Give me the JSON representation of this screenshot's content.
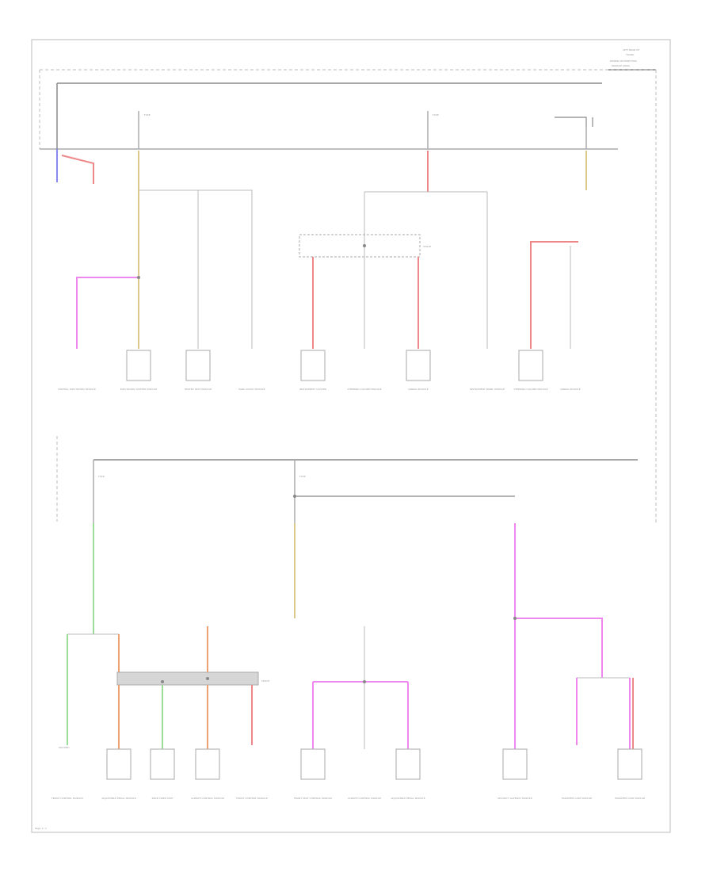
{
  "diagram": {
    "header_lines": [
      "LEFT REAR OF",
      "TRUNK",
      "POWER DISTRIBUTION",
      "MODULE (PDM)"
    ],
    "page_label": "Page 1 / 1",
    "wire_colors": {
      "red": "#ee8888",
      "pink": "#ee88ee",
      "blue": "#8888ee",
      "tan": "#dcc88a",
      "green": "#99dd99",
      "orange": "#eea070",
      "gray": "#bbbbbb"
    },
    "connectors_top": [
      "CENTRAL ELECTRONIC MODULE",
      "ELECTRONIC SHIFTER MODULE",
      "HEATED SEAT MODULE",
      "PARK ASSIST MODULE",
      "INSTRUMENT CLUSTER",
      "STEERING COLUMN MODULE",
      "AIRBAG MODULE",
      "INSTRUMENT PANEL MODULE",
      "STEERING COLUMN MODULE",
      "AIRBAG MODULE"
    ],
    "connectors_bottom": [
      "FRONT CONTROL MODULE",
      "ADJUSTABLE PEDAL MODULE",
      "REAR VIDEO UNIT",
      "CLIMATE CONTROL MODULE",
      "FRONT CONTROL MODULE",
      "FRONT SEAT CONTROL MODULE",
      "CLIMATE CONTROL MODULE",
      "ADJUSTABLE PEDAL MODULE",
      "SECURITY GATEWAY MODULE",
      "TRANSFER CASE MODULE",
      "TRANSFER CASE MODULE"
    ],
    "fuse_labels": [
      "FUSE",
      "FUSE",
      "FUSE",
      "FUSE"
    ],
    "splice_labels": [
      "SPLICE",
      "SPLICE"
    ],
    "ground_label": "GROUND"
  }
}
